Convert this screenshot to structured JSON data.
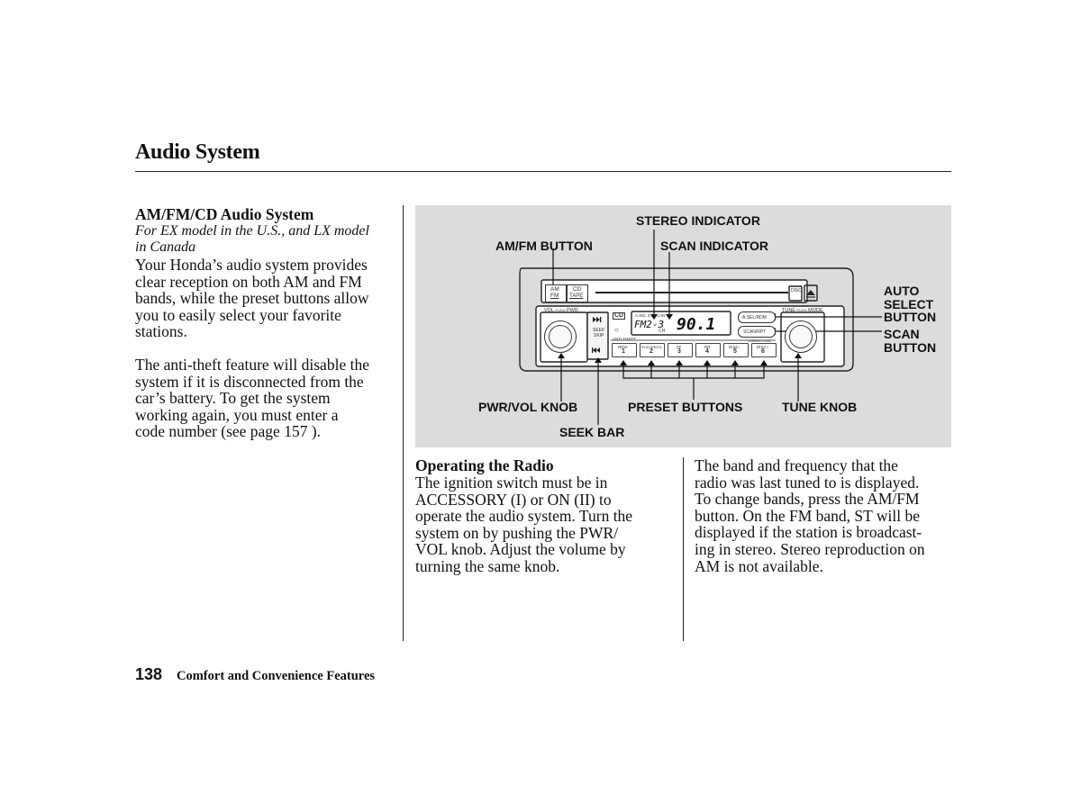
{
  "page": {
    "title": "Audio System",
    "page_number": "138",
    "section_name": "Comfort and Convenience Features"
  },
  "left_column": {
    "heading": "AM/FM/CD Audio System",
    "note_lines": [
      "For EX model in the U.S., and LX model",
      "in Canada"
    ],
    "para1_lines": [
      "Your Honda’s audio system provides",
      "clear reception on both AM and FM",
      "bands, while the preset buttons allow",
      "you to easily select your favorite",
      "stations."
    ],
    "para2_lines": [
      "The anti-theft feature will disable the",
      "system if it is disconnected from the",
      "car’s battery. To get the system",
      "working again, you must enter a",
      "code number  (see page 157 )."
    ]
  },
  "figure": {
    "callouts": {
      "stereo_indicator": "STEREO INDICATOR",
      "am_fm_button": "AM/FM BUTTON",
      "scan_indicator": "SCAN INDICATOR",
      "auto_select": [
        "AUTO",
        "SELECT",
        "BUTTON"
      ],
      "scan_button": [
        "SCAN",
        "BUTTON"
      ],
      "pwr_vol_knob": "PWR/VOL KNOB",
      "preset_buttons": "PRESET BUTTONS",
      "tune_knob": "TUNE KNOB",
      "seek_bar": "SEEK BAR"
    },
    "unit": {
      "am": "AM",
      "fm": "FM",
      "cd": "CD",
      "tape": "TAPE",
      "disc": "DISC",
      "vol_label": "VOL",
      "push": "PUSH",
      "pwr": "PWR",
      "tune_label": "TUNE",
      "mode": "MODE",
      "seek": "SEEK",
      "skip": "SKIP",
      "anti_theft": "ANTI   THEFT",
      "indicators": "A.SEL  ST  SCAN",
      "band_display": "FM2-3",
      "freq_display": "90.1",
      "ch": "CH",
      "asel_rdm": "A.SEL/RDM",
      "scan_rpt": "SCAN/RPT",
      "cd_logo": "CD",
      "preset_labels": [
        "REW",
        "PLAY/PROG",
        "FF",
        "RR",
        "DISC-",
        "DISC+"
      ],
      "preset_numbers": [
        "1",
        "2",
        "3",
        "4",
        "5",
        "6"
      ],
      "cd_text": "COMPACT DISC"
    }
  },
  "operating": {
    "heading": "Operating the Radio",
    "lines": [
      "The ignition switch must be in",
      "ACCESSORY (I) or ON (II) to",
      "operate the audio system. Turn the",
      "system on by pushing the PWR/",
      "VOL knob. Adjust the volume by",
      "turning the same knob."
    ]
  },
  "band": {
    "lines": [
      "The band and frequency that the",
      "radio was last tuned to is displayed.",
      "To change bands, press the AM/FM",
      "button. On the FM band, ST will be",
      "displayed if the station is broadcast-",
      "ing in stereo. Stereo reproduction on",
      "AM is not available."
    ]
  }
}
